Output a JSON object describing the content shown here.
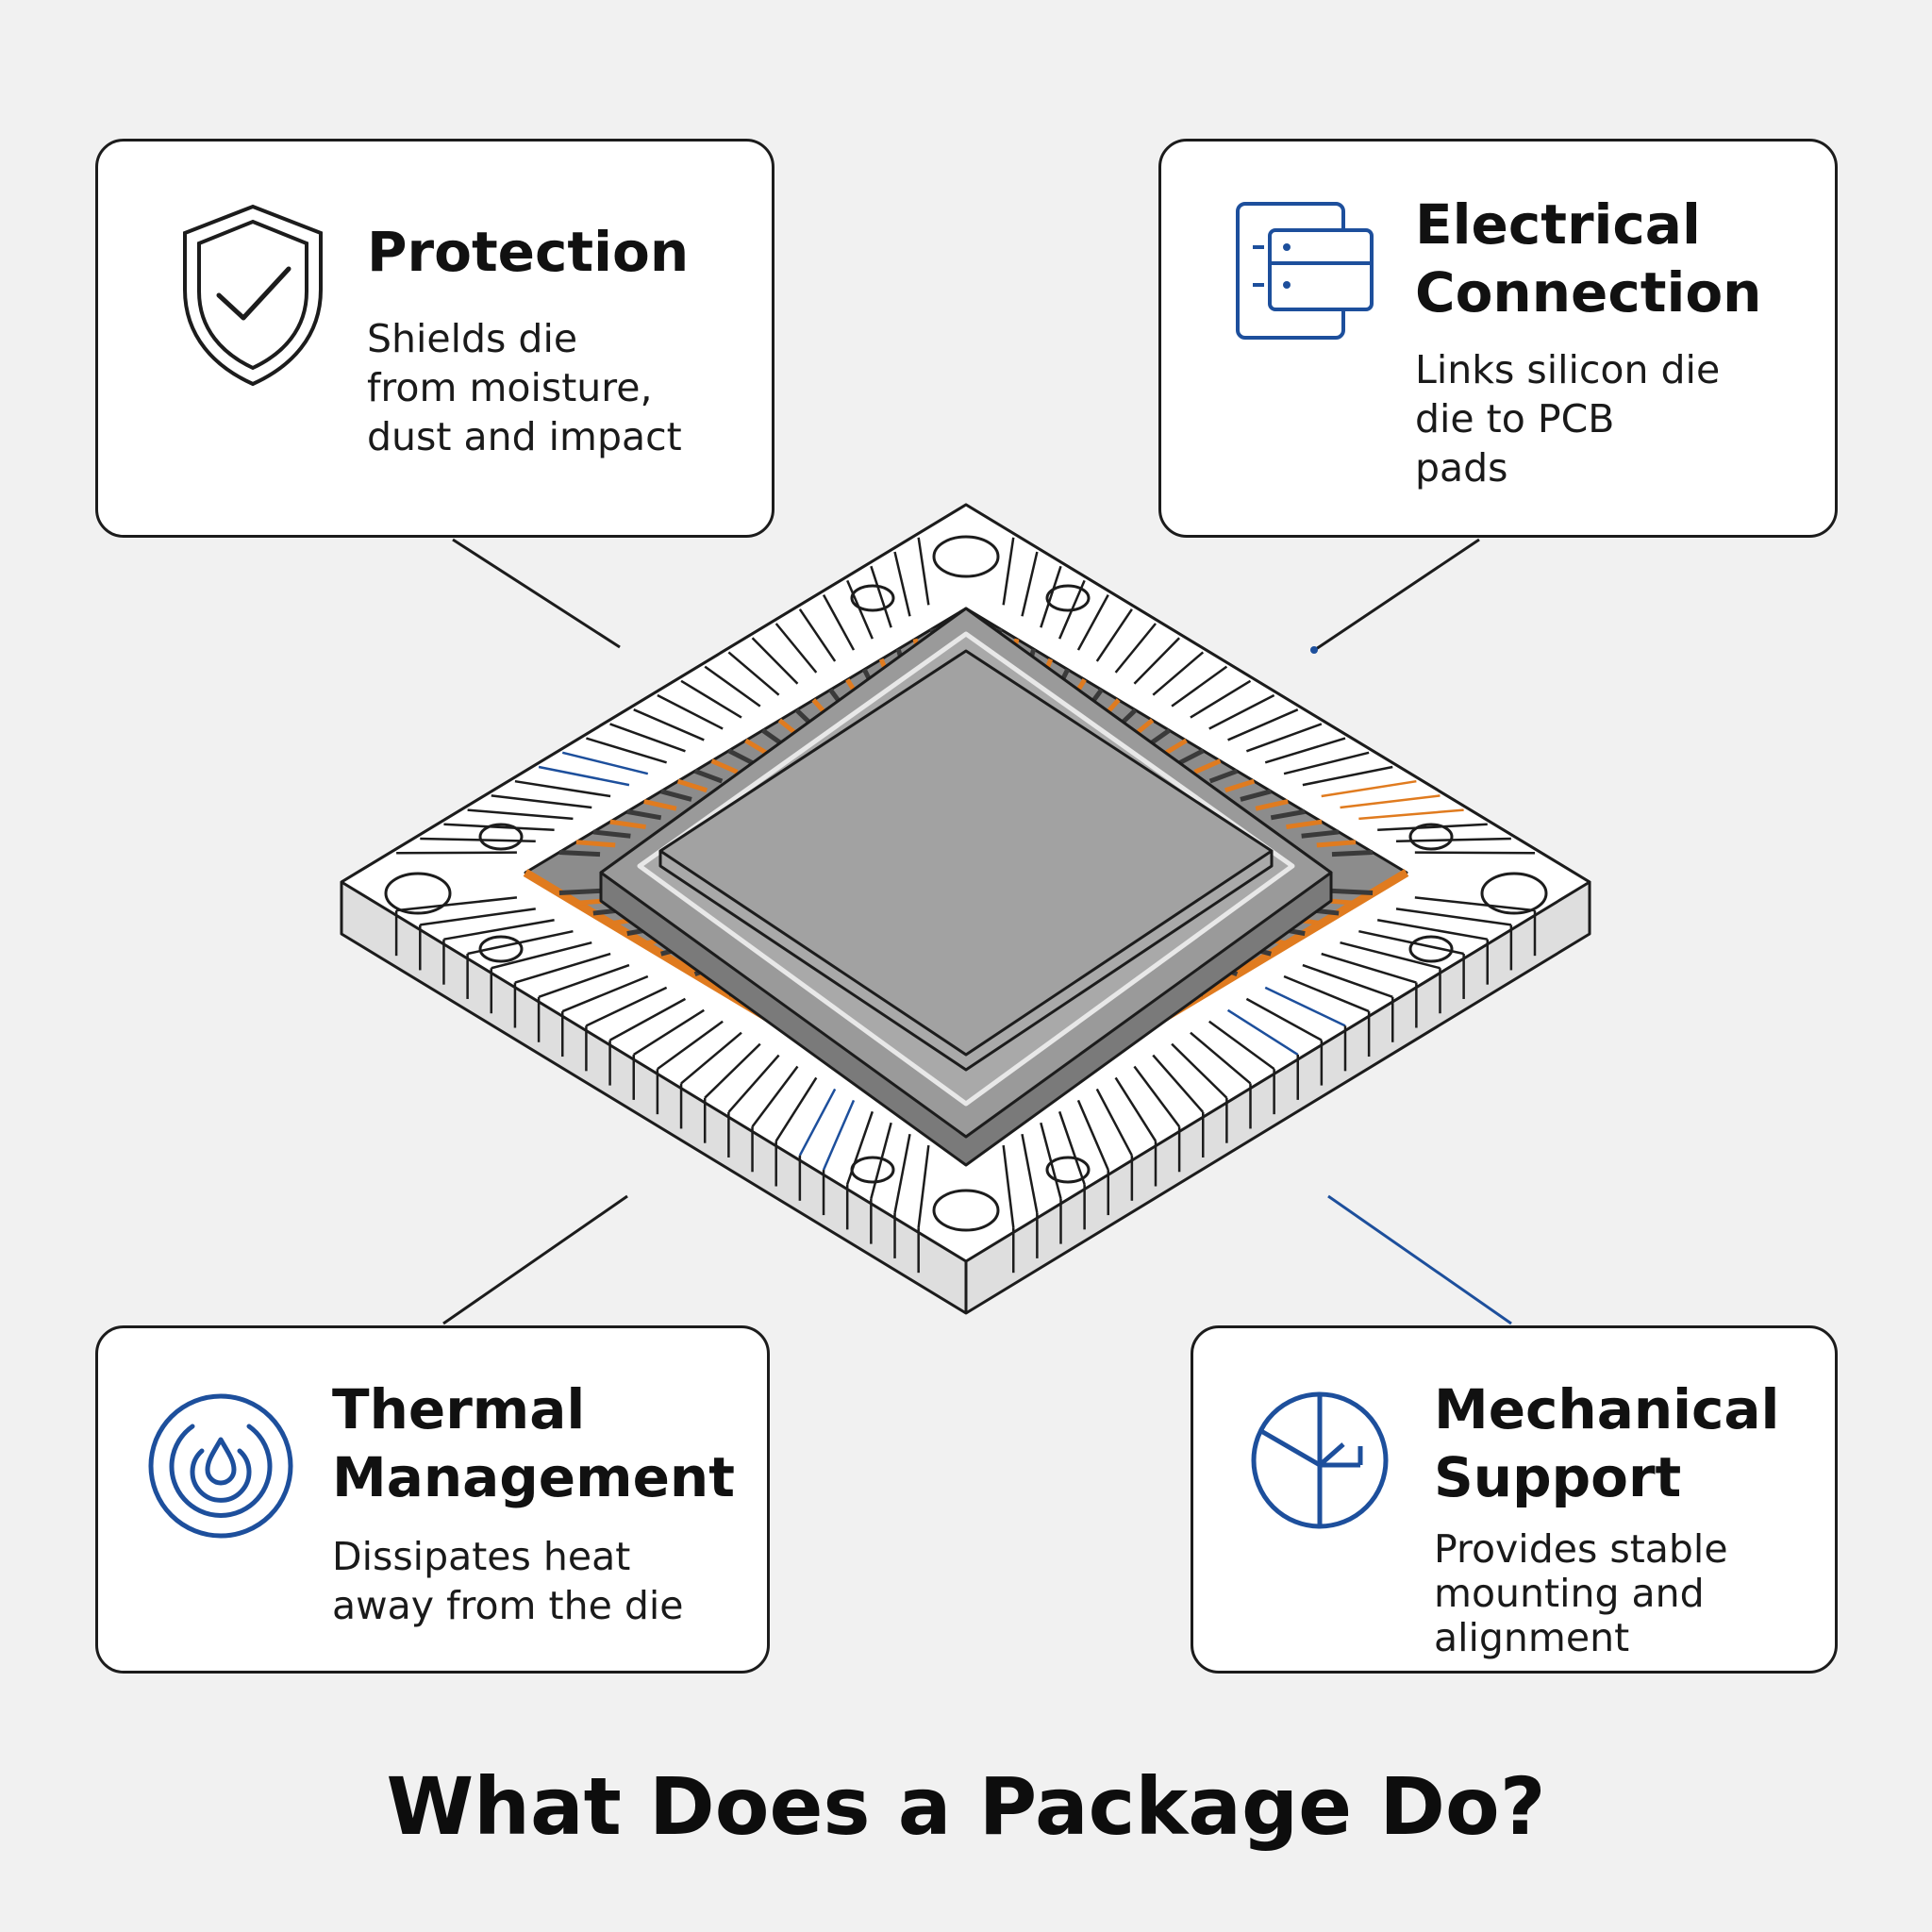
{
  "title": "What Does a Package Do?",
  "colors": {
    "accent_blue": "#1d4f9c",
    "accent_orange": "#e07b1f",
    "die_gray": "#999999",
    "outline": "#1c1c1c"
  },
  "cards": {
    "protection": {
      "icon": "shield-check-icon",
      "title": "Protection",
      "desc": [
        "Shields die",
        "from moisture,",
        "dust and impact"
      ]
    },
    "electrical": {
      "icon": "circuit-board-icon",
      "title": [
        "Electrical",
        "Connection"
      ],
      "desc": [
        "Links silicon die",
        "die to PCB",
        "pads"
      ]
    },
    "thermal": {
      "icon": "heat-drop-icon",
      "title": [
        "Thermal",
        "Management"
      ],
      "desc": [
        "Dissipates heat",
        "away from the die"
      ]
    },
    "mechanical": {
      "icon": "mount-alignment-icon",
      "title": [
        "Mechanical",
        "Support"
      ],
      "desc": [
        "Provides stable",
        "mounting and",
        "alignment"
      ]
    }
  },
  "illustration": {
    "subject": "chip-package-icon"
  }
}
